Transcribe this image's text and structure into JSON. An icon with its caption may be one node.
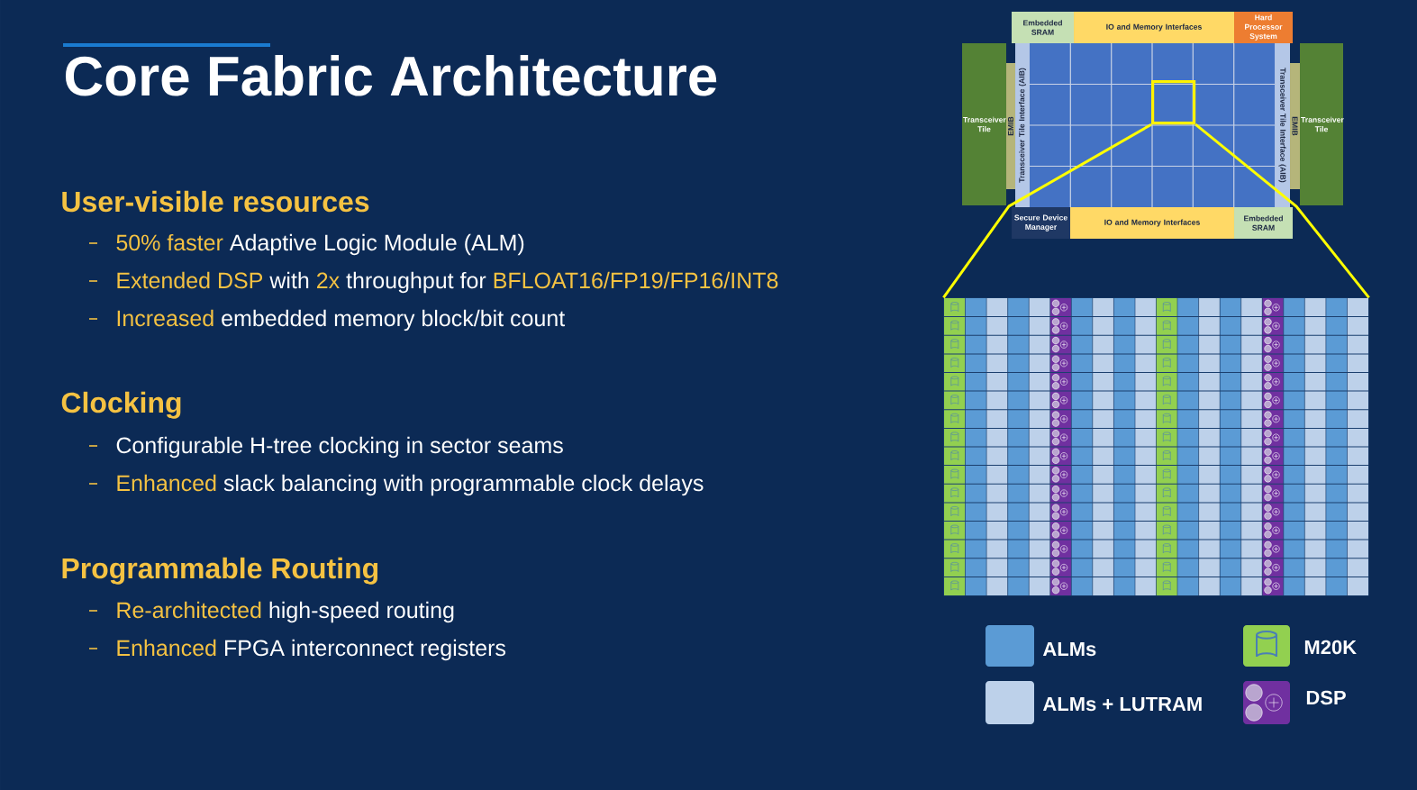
{
  "diagram": {
    "title": "Core Fabric Architecture",
    "nodes": [
      {
        "text": [
          "Embedded SRAM"
        ]
      },
      {
        "text": [
          "IO and Memory Interfaces"
        ]
      },
      {
        "text": [
          "Hard Processor System"
        ]
      },
      {
        "text": [
          "Transceiver Tile"
        ]
      },
      {
        "text": [
          "EMIB"
        ]
      },
      {
        "text": [
          "Transceiver Tile Interface (AIB)"
        ]
      },
      {
        "text": [],
        "shape": "box"
      },
      {
        "text": [
          "Transceiver Tile Interface (AIB)"
        ]
      },
      {
        "text": [
          "EMIB"
        ]
      },
      {
        "text": [
          "Transceiver Tile"
        ]
      },
      {
        "text": [
          "Secure Device Manager"
        ]
      },
      {
        "text": [
          "IO and Memory Interfaces"
        ]
      },
      {
        "text": [
          "Embedded SRAM"
        ]
      },
      {
        "text": [],
        "shape": "box",
        "in": 6
      },
      {
        "text": [],
        "shape": "box"
      }
    ],
    "edges": [
      {
        "from": 13,
        "to": 14,
        "arrow": "none"
      },
      {
        "from": 13,
        "to": 14,
        "arrow": "none"
      }
    ],
    "labels": [
      "User-visible resources",
      "50% faster",
      "Adaptive Logic Module (ALM)",
      "Extended DSP",
      "with",
      "2x",
      "throughput for",
      "BFLOAT16/FP19/FP16/INT8",
      "Increased",
      "embedded memory block/bit count",
      "Clocking",
      "Configurable H-tree clocking in sector seams",
      "Enhanced",
      "slack balancing with programmable clock delays",
      "Programmable Routing",
      "Re-architected",
      "high-speed routing",
      "Enhanced",
      "FPGA interconnect registers"
    ],
    "legend": [
      {
        "text": "ALMs",
        "color": "#5b9bd5"
      },
      {
        "text": "ALMs + LUTRAM",
        "color": "#bdd1ea"
      },
      {
        "text": "M20K",
        "color": "#92d050"
      },
      {
        "text": "DSP",
        "color": "#7030a0"
      }
    ]
  }
}
